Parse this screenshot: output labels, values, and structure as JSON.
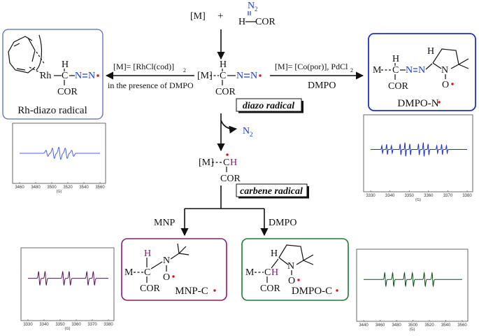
{
  "top": {
    "metal": "[M]",
    "plus": "+",
    "n2": "N",
    "n2_sub": "2",
    "diazo_h": "H",
    "cor": "COR"
  },
  "center": {
    "metal": "[M]",
    "c": "C",
    "h": "H",
    "cor": "COR",
    "n1": "N",
    "n2": "N",
    "label": "diazo radical"
  },
  "left_arrow": {
    "condition": "[M]= [RhCl(cod)]",
    "condition_sub": "2",
    "note": "in the presence of DMPO"
  },
  "right_arrow": {
    "condition": "[M]= [Co(por)], PdCl",
    "condition_sub": "2",
    "reagent": "DMPO"
  },
  "rh_box": {
    "rh": "Rh",
    "c": "C",
    "h": "H",
    "cor": "COR",
    "n1": "N",
    "n2": "N",
    "label": "Rh-diazo radical",
    "border_color": "#5b6bb5"
  },
  "dmpo_n_box": {
    "m": "M",
    "c": "C",
    "h": "H",
    "ring_h": "H",
    "cor": "COR",
    "n1": "N",
    "n2": "N",
    "n3": "N",
    "o": "O",
    "label": "DMPO-N",
    "border_color": "#1f2fd0"
  },
  "n2_loss": {
    "n": "N",
    "sub": "2"
  },
  "carbene": {
    "metal": "[M]",
    "c": "C",
    "h": "H",
    "cor": "COR",
    "label": "carbene radical"
  },
  "branches": {
    "left": "MNP",
    "right": "DMPO"
  },
  "mnp_box": {
    "m": "M",
    "c": "C",
    "h": "H",
    "cor": "COR",
    "n": "N",
    "o": "O",
    "label": "MNP-C",
    "border_color": "#8a1b6e"
  },
  "dmpo_c_box": {
    "m": "M",
    "c": "C",
    "h": "H",
    "ring_h": "H",
    "cor": "COR",
    "n": "N",
    "o": "O",
    "label": "DMPO-C",
    "border_color": "#1f7a35"
  },
  "spectra": {
    "rh": {
      "color": "#4a62e0",
      "ticks": [
        "3460",
        "3480",
        "3500",
        "3520",
        "3540",
        "3560"
      ],
      "unit": "(G)"
    },
    "dmpo_n": {
      "color": "#1f2fd0",
      "ticks": [
        "3330",
        "3340",
        "3350",
        "3360",
        "3370",
        "3380"
      ],
      "unit": "(G)"
    },
    "mnp": {
      "color": "#5a1550",
      "ticks": [
        "3330",
        "3340",
        "3350",
        "3360",
        "3370",
        "3380"
      ],
      "unit": "(G)"
    },
    "dmpo_c": {
      "color": "#0f4a1c",
      "ticks": [
        "3440",
        "3460",
        "3480",
        "3500",
        "3520",
        "3540",
        "3560"
      ],
      "unit": "(G)"
    }
  }
}
